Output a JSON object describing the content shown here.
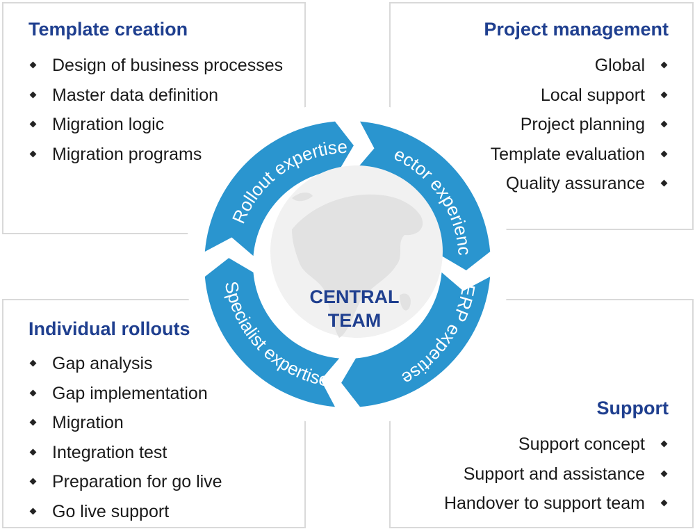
{
  "panels": {
    "template_creation": {
      "title": "Template creation",
      "items": [
        "Design of business processes",
        "Master data definition",
        "Migration logic",
        "Migration programs"
      ]
    },
    "project_management": {
      "title": "Project management",
      "items": [
        "Global",
        "Local support",
        "Project planning",
        "Template evaluation",
        "Quality assurance"
      ]
    },
    "individual_rollouts": {
      "title": "Individual rollouts",
      "items": [
        "Gap analysis",
        "Gap implementation",
        "Migration",
        "Integration test",
        "Preparation for go live",
        "Go live support"
      ]
    },
    "support": {
      "title": "Support",
      "items": [
        "Support concept",
        "Support and assistance",
        "Handover to support team"
      ]
    }
  },
  "cycle": {
    "segments": [
      "Rollout expertise",
      "Sector experience",
      "ERP expertise",
      "Specialist expertise"
    ],
    "center_line1": "CENTRAL",
    "center_line2": "TEAM",
    "colors": {
      "ring": "#2a95cf",
      "title": "#1f3f8f",
      "globe": "#e8e8e8"
    }
  }
}
